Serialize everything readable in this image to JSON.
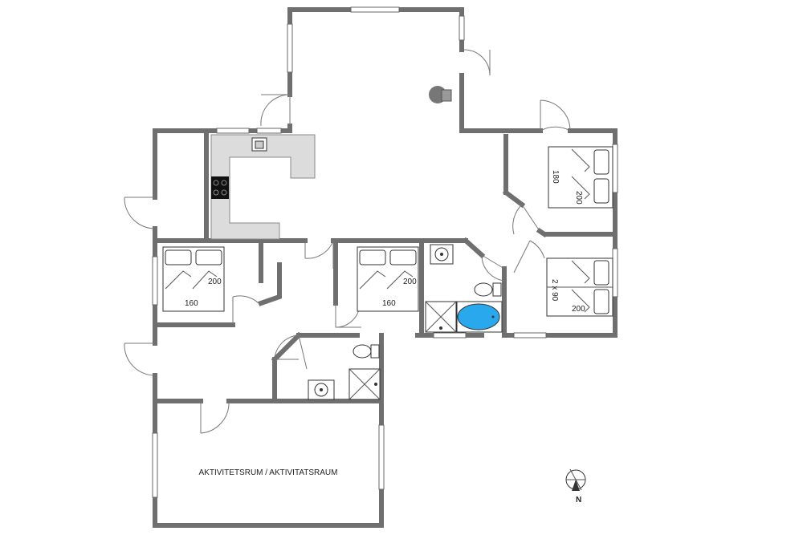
{
  "rooms": {
    "activity_room": "AKTIVITETSRUM / AKTIVITATSRAUM",
    "bedroom_1": {
      "width": "160",
      "length": "200"
    },
    "bedroom_2": {
      "width": "160",
      "length": "200"
    },
    "bedroom_3": {
      "width": "180",
      "length": "200"
    },
    "bedroom_4": {
      "width": "2 x 90",
      "length": "200"
    }
  },
  "compass": {
    "direction": "N"
  },
  "colors": {
    "wall": "#6f6f6f",
    "bathtub": "#2aa8ee",
    "counter": "#dcdcdc"
  }
}
